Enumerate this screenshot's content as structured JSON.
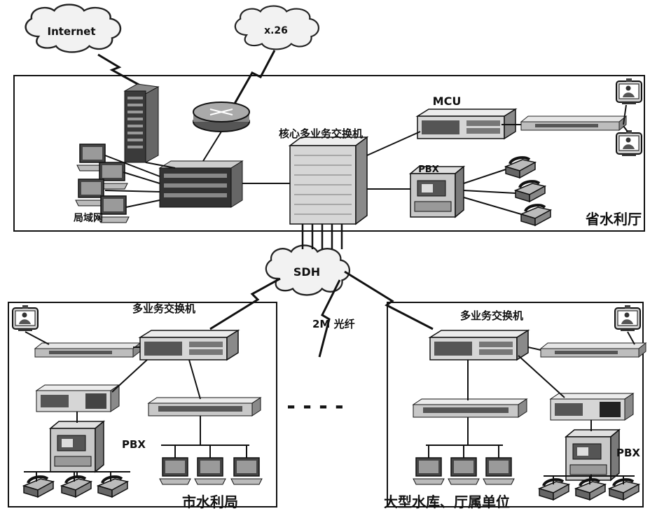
{
  "clouds": {
    "internet": "Internet",
    "x25": "x.26",
    "sdh": "SDH"
  },
  "devices": {
    "mcu": "MCU",
    "core_switch": "核心多业务交换机",
    "pbx_top": "PBX",
    "lan": "局域网",
    "left_switch": "多业务交换机",
    "right_switch": "多业务交换机",
    "pbx_left": "PBX",
    "pbx_right": "PBX"
  },
  "links": {
    "fiber": "2M 光纤",
    "dashes": "- - - -"
  },
  "regions": {
    "provincial": "省水利厅",
    "city": "市水利局",
    "reservoir": "大型水库、厅属单位"
  },
  "colors": {
    "line": "#111111",
    "device_dark": "#3a3a3a",
    "device_light": "#d9d9d9",
    "cloud": "#f2f2f2"
  }
}
